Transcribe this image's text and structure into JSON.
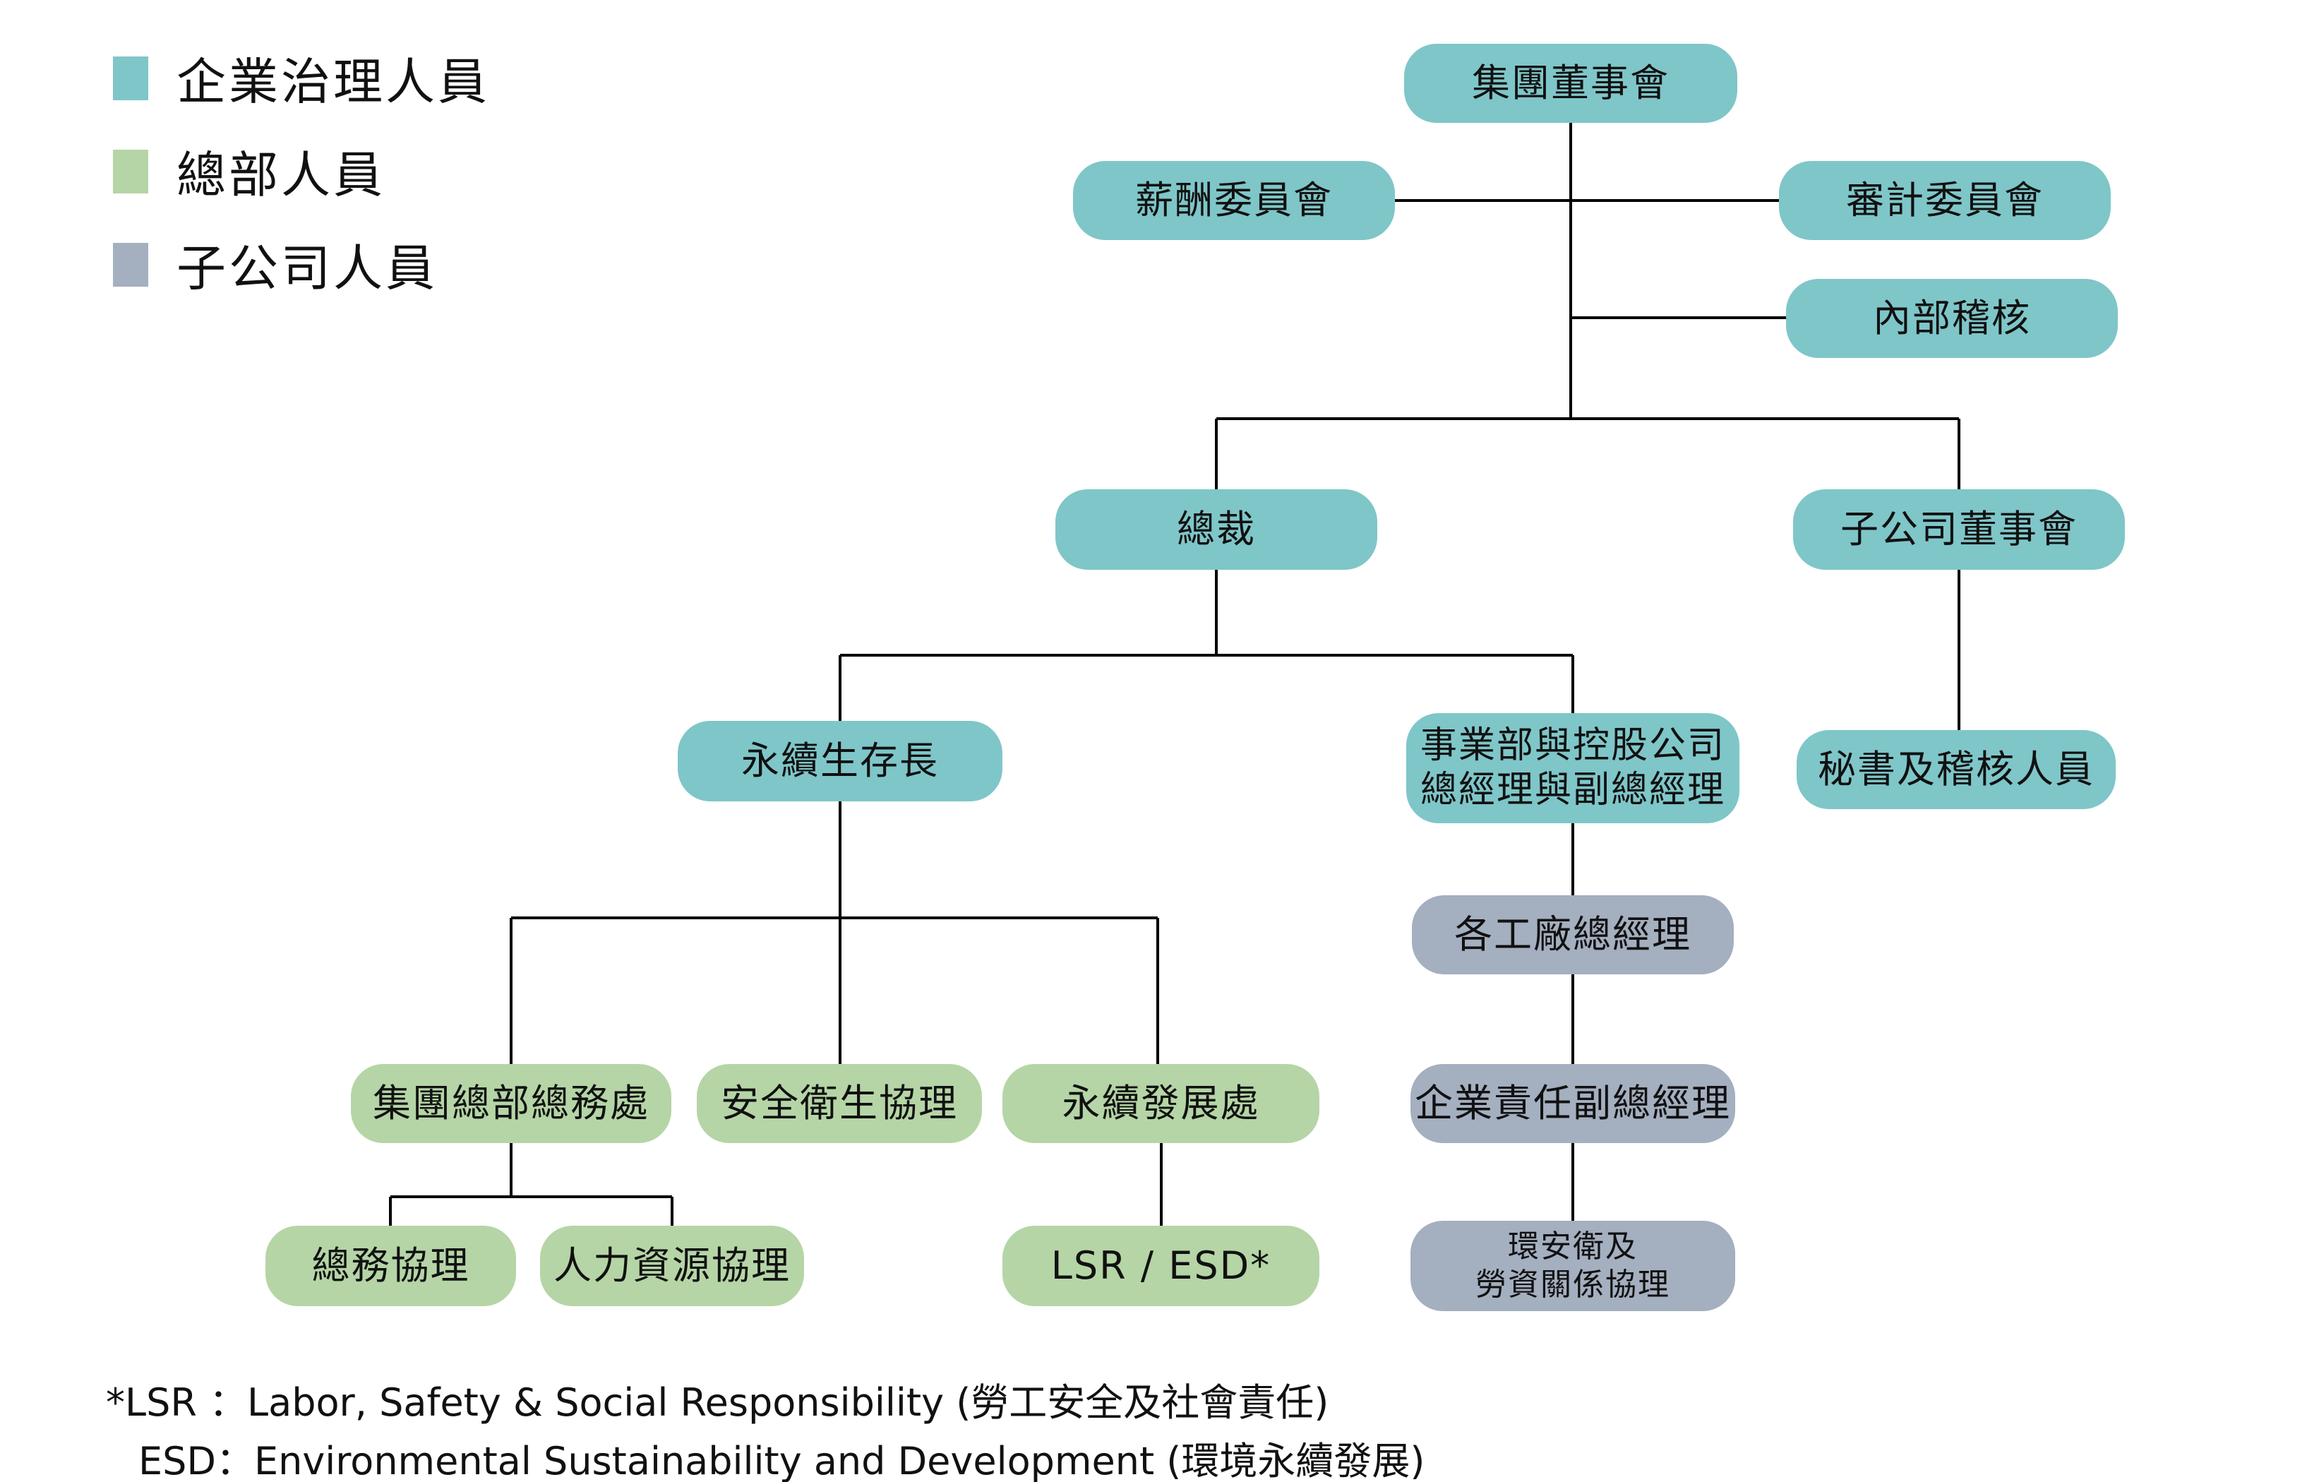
{
  "legend": {
    "items": [
      {
        "id": "governance",
        "label": "企業治理人員",
        "color": "#7fc6c9"
      },
      {
        "id": "headquarters",
        "label": "總部人員",
        "color": "#b5d5a6"
      },
      {
        "id": "subsidiary",
        "label": "子公司人員",
        "color": "#a4afc0"
      }
    ]
  },
  "colors": {
    "governance": "#7fc6c9",
    "headquarters": "#b5d5a6",
    "subsidiary": "#a4afc0",
    "connector": "#000000",
    "text": "#111111"
  },
  "nodes": {
    "group_board": {
      "label": "集團董事會",
      "group": "governance"
    },
    "compensation_committee": {
      "label": "薪酬委員會",
      "group": "governance"
    },
    "audit_committee": {
      "label": "審計委員會",
      "group": "governance"
    },
    "internal_audit": {
      "label": "內部稽核",
      "group": "governance"
    },
    "president": {
      "label": "總裁",
      "group": "governance"
    },
    "subsidiary_board": {
      "label": "子公司董事會",
      "group": "governance"
    },
    "chief_sustainability_officer": {
      "label": "永續生存長",
      "group": "governance"
    },
    "bu_holding_gm": {
      "line1": "事業部與控股公司",
      "line2": "總經理與副總經理",
      "group": "governance"
    },
    "secretary_audit_staff": {
      "label": "秘書及稽核人員",
      "group": "governance"
    },
    "plant_general_managers": {
      "label": "各工廠總經理",
      "group": "subsidiary"
    },
    "hq_general_affairs": {
      "label": "集團總部總務處",
      "group": "headquarters"
    },
    "safety_health_director": {
      "label": "安全衛生協理",
      "group": "headquarters"
    },
    "sustainable_dev_division": {
      "label": "永續發展處",
      "group": "headquarters"
    },
    "csr_vice_gm": {
      "label": "企業責任副總經理",
      "group": "subsidiary"
    },
    "general_affairs_director": {
      "label": "總務協理",
      "group": "headquarters"
    },
    "hr_director": {
      "label": "人力資源協理",
      "group": "headquarters"
    },
    "lsr_esd": {
      "label": "LSR / ESD*",
      "group": "headquarters"
    },
    "ehs_labor_relations": {
      "line1": "環安衛及",
      "line2": "勞資關係協理",
      "group": "subsidiary"
    }
  },
  "footnotes": {
    "line1": "*LSR ：Labor, Safety & Social Responsibility (勞工安全及社會責任)",
    "line2": "ESD：Environmental Sustainability and Development (環境永續發展)"
  }
}
